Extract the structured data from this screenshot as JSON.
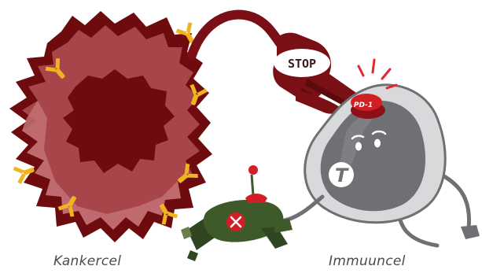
{
  "labels": {
    "cancer_cell": "Kankercel",
    "immune_cell": "Immuuncel",
    "stop": "STOP",
    "receptor": "PD-1",
    "t_cell_badge": "T"
  },
  "icons": {
    "cancer_cell": "cancer-cell-illustration",
    "immune_cell": "t-cell-character",
    "hand": "pointing-hand-icon",
    "button": "pd1-button-icon",
    "blaster": "ray-gun-icon"
  },
  "colors": {
    "cancer_dark": "#6e0b0e",
    "cancer_mid": "#a8454a",
    "cancer_light": "#c27176",
    "receptor_yellow": "#efb521",
    "button_red": "#d21f26",
    "signal_red": "#e32630",
    "tcell_grey": "#6f7073",
    "tcell_outer": "#d8d9db",
    "blaster_green": "#3f5a2a"
  }
}
